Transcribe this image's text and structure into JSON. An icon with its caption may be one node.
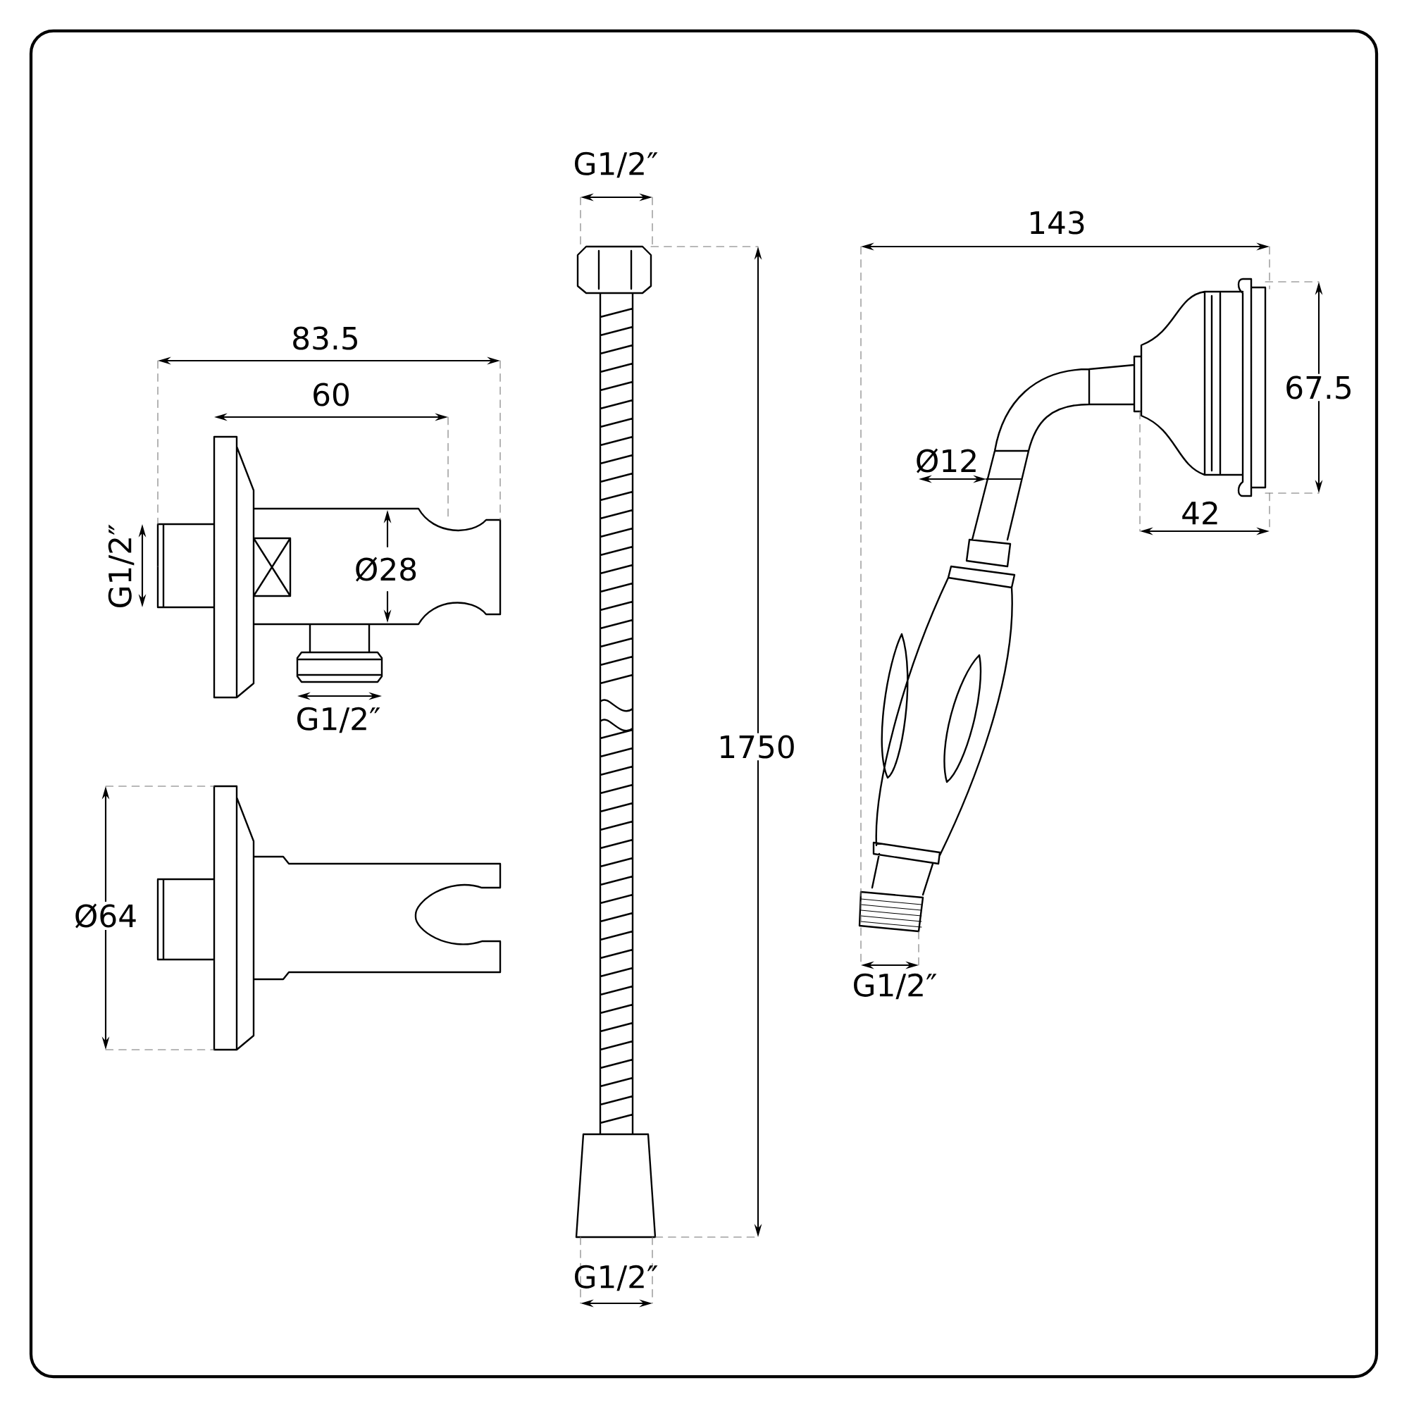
{
  "diagram": {
    "labels": [
      "G1/2″",
      "143",
      "83.5",
      "60",
      "67.5",
      "Ø12",
      "42",
      "G1/2″",
      "Ø28",
      "G1/2″",
      "1750",
      "Ø64",
      "G1/2″",
      "G1/2″"
    ]
  }
}
